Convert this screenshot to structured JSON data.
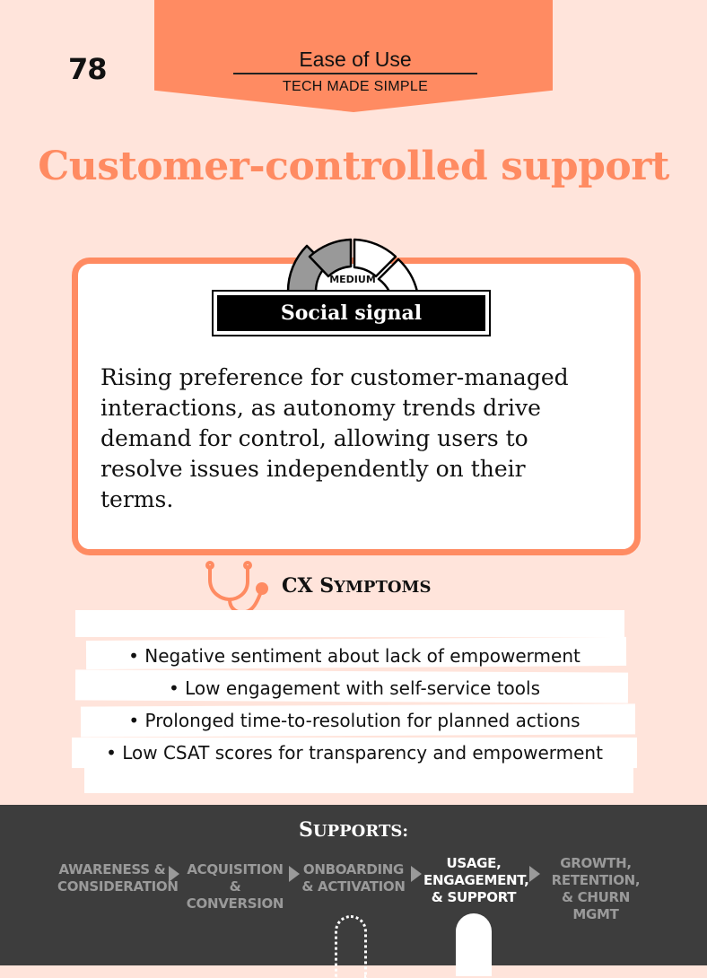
{
  "header": {
    "page_number": "78",
    "category": "Ease of Use",
    "subcategory": "TECH MADE SIMPLE"
  },
  "title": "Customer-controlled support",
  "signal": {
    "level": "MEDIUM",
    "label": "Social signal",
    "segments_filled": 2,
    "segments_total": 4
  },
  "description": "Rising preference for customer-managed interactions, as autonomy trends drive demand for control, allowing users to resolve issues independently on their terms.",
  "symptoms": {
    "heading_first": "CX ",
    "heading_cap": "S",
    "heading_rest": "YMPTOMS",
    "items": [
      "• Negative sentiment about lack of empowerment",
      "• Low engagement with self-service tools",
      "• Prolonged time-to-resolution for planned actions",
      "• Low CSAT scores for transparency and empowerment"
    ]
  },
  "footer": {
    "supports_cap": "S",
    "supports_rest": "UPPORTS:",
    "stages": [
      {
        "line1": "AWARENESS &",
        "line2": "CONSIDERATION",
        "line3": ""
      },
      {
        "line1": "ACQUISITION",
        "line2": "& CONVERSION",
        "line3": ""
      },
      {
        "line1": "ONBOARDING",
        "line2": "& ACTIVATION",
        "line3": ""
      },
      {
        "line1": "USAGE,",
        "line2": "ENGAGEMENT,",
        "line3": "& SUPPORT"
      },
      {
        "line1": "GROWTH,",
        "line2": "RETENTION,",
        "line3": "& CHURN MGMT"
      }
    ]
  },
  "colors": {
    "accent": "#FF8B62",
    "background": "#FFE4DB",
    "footer": "#3D3D3D"
  }
}
